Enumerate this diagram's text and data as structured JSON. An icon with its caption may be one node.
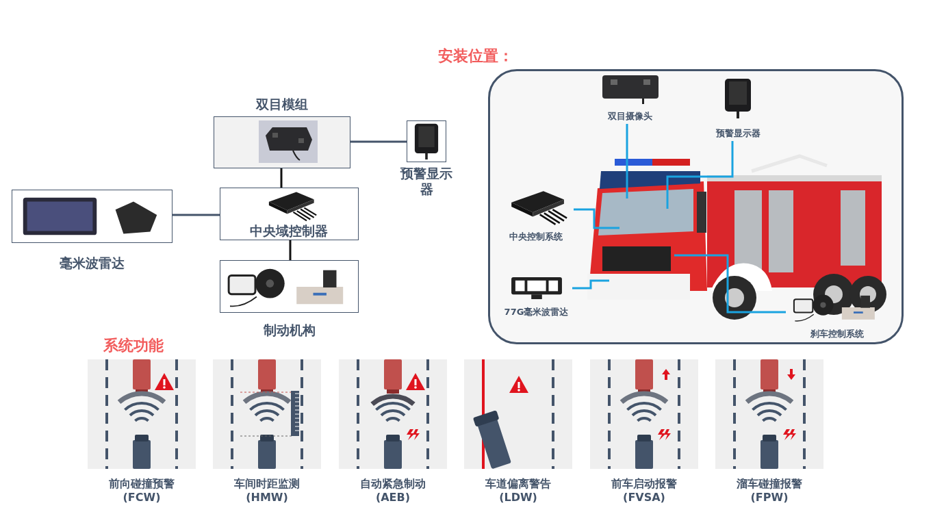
{
  "diagram": {
    "nodes": [
      {
        "text": [
          "双目模组"
        ]
      },
      {
        "text": [
          "预警显示器"
        ]
      },
      {
        "text": [
          "毫米波雷达"
        ]
      },
      {
        "text": [
          "中央域控制器"
        ]
      },
      {
        "text": [
          "制动机构"
        ]
      },
      {
        "text": [
          "安装位置："
        ]
      },
      {
        "text": [],
        "shape": "picture",
        "in": 5
      },
      {
        "text": [
          "双目摄像头"
        ],
        "in": 5
      },
      {
        "text": [
          "预警显示器"
        ],
        "in": 5
      },
      {
        "text": [
          "中央控制系统"
        ],
        "in": 5
      },
      {
        "text": [
          "77G毫米波雷达"
        ],
        "in": 5
      },
      {
        "text": [
          "刹车控制系统"
        ],
        "in": 5
      },
      {
        "text": [
          "前向碰撞预警 (FCW)"
        ]
      },
      {
        "text": [
          "车间时距监测 (HMW)"
        ]
      },
      {
        "text": [
          "自动紧急制动 (AEB)"
        ]
      },
      {
        "text": [
          "车道偏离警告 (LDW)"
        ]
      },
      {
        "text": [
          "前车启动报警 (FVSA)"
        ]
      },
      {
        "text": [
          "溜车碰撞报警 (FPW)"
        ]
      }
    ],
    "edges": [
      {
        "from": 0,
        "to": 1,
        "arrow": "none",
        "color": "#44546a"
      },
      {
        "from": 0,
        "to": 3,
        "arrow": "none",
        "color": "#111111"
      },
      {
        "from": 2,
        "to": 3,
        "arrow": "none",
        "color": "#44546a"
      },
      {
        "from": 3,
        "to": 4,
        "arrow": "none",
        "color": "#111111"
      },
      {
        "from": 7,
        "to": 6,
        "arrow": "none"
      },
      {
        "from": 8,
        "to": 6,
        "arrow": "none"
      },
      {
        "from": 9,
        "to": 6,
        "arrow": "none"
      },
      {
        "from": 10,
        "to": 6,
        "arrow": "none"
      },
      {
        "from": 11,
        "to": 6,
        "arrow": "none"
      }
    ],
    "labels": [
      "系统功能"
    ]
  }
}
